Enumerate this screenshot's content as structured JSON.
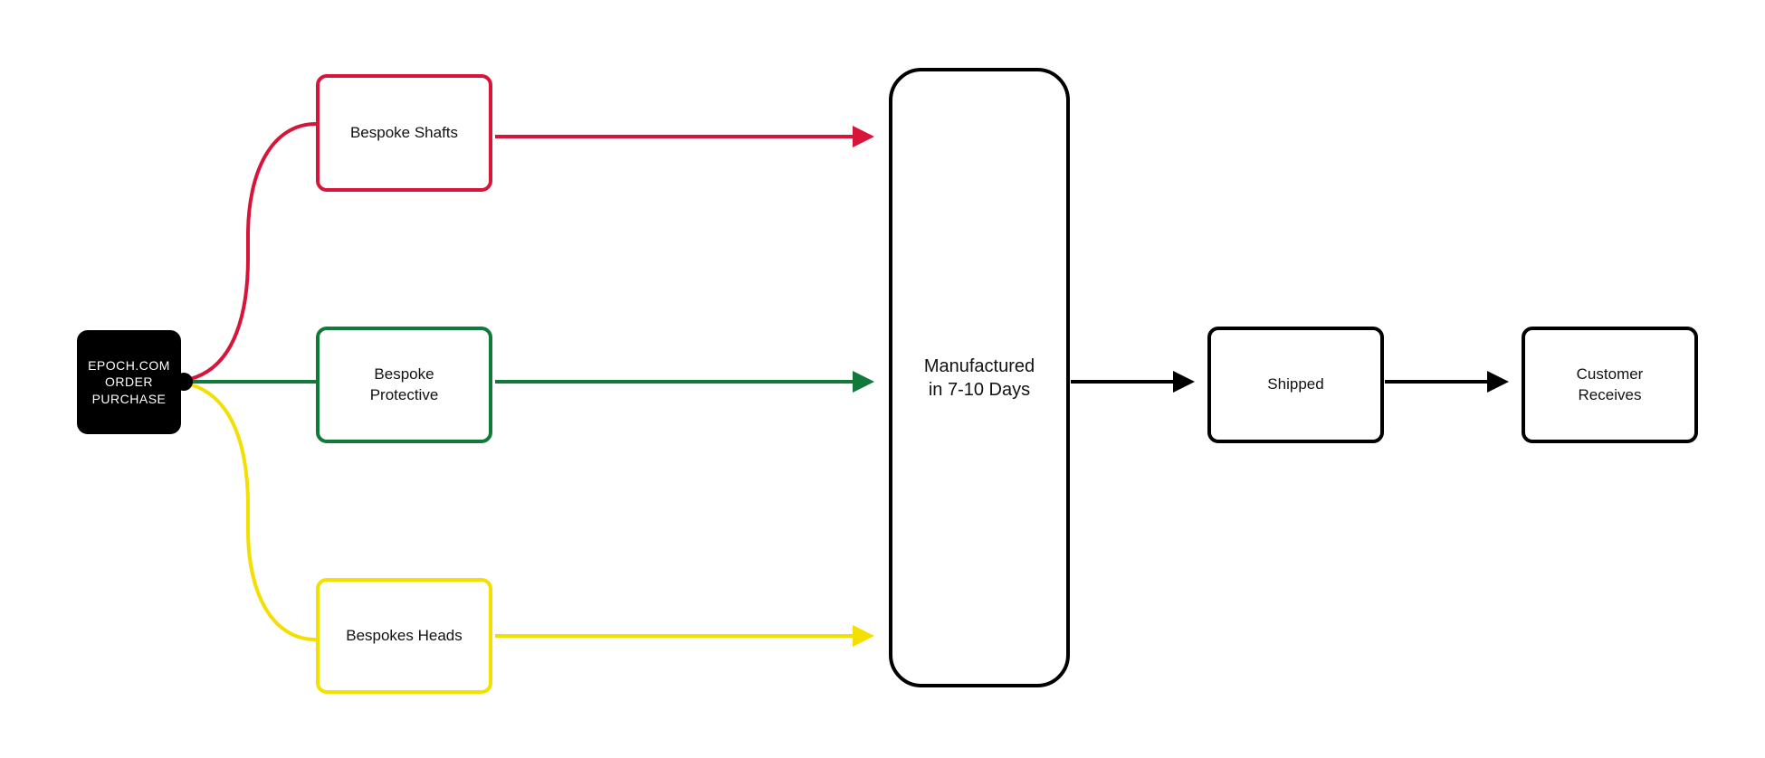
{
  "nodes": {
    "start": "EPOCH.COM\nORDER\nPURCHASE",
    "shafts": "Bespoke Shafts",
    "protective": "Bespoke\nProtective",
    "heads": "Bespokes Heads",
    "manufactured": "Manufactured\nin 7-10 Days",
    "shipped": "Shipped",
    "customer": "Customer\nReceives"
  },
  "colors": {
    "shafts": "#d7153a",
    "protective": "#117a3b",
    "heads": "#f3e000",
    "default": "#000000"
  }
}
